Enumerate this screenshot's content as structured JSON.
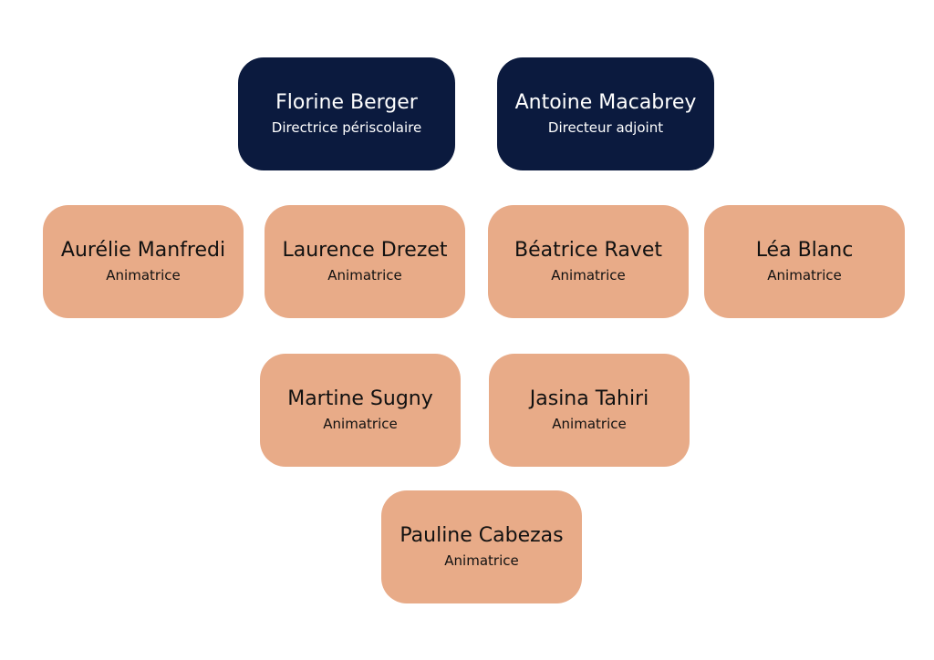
{
  "colors": {
    "lead_bg": "#0b1a3e",
    "lead_text": "#ffffff",
    "staff_bg": "#e8ab88",
    "staff_text": "#111111"
  },
  "leaders": [
    {
      "name": "Florine Berger",
      "role": "Directrice périscolaire"
    },
    {
      "name": "Antoine Macabrey",
      "role": "Directeur adjoint"
    }
  ],
  "staff": [
    {
      "name": "Aurélie Manfredi",
      "role": "Animatrice"
    },
    {
      "name": "Laurence Drezet",
      "role": "Animatrice"
    },
    {
      "name": "Béatrice Ravet",
      "role": "Animatrice"
    },
    {
      "name": "Léa Blanc",
      "role": "Animatrice"
    },
    {
      "name": "Martine Sugny",
      "role": "Animatrice"
    },
    {
      "name": "Jasina Tahiri",
      "role": "Animatrice"
    },
    {
      "name": "Pauline Cabezas",
      "role": "Animatrice"
    }
  ]
}
